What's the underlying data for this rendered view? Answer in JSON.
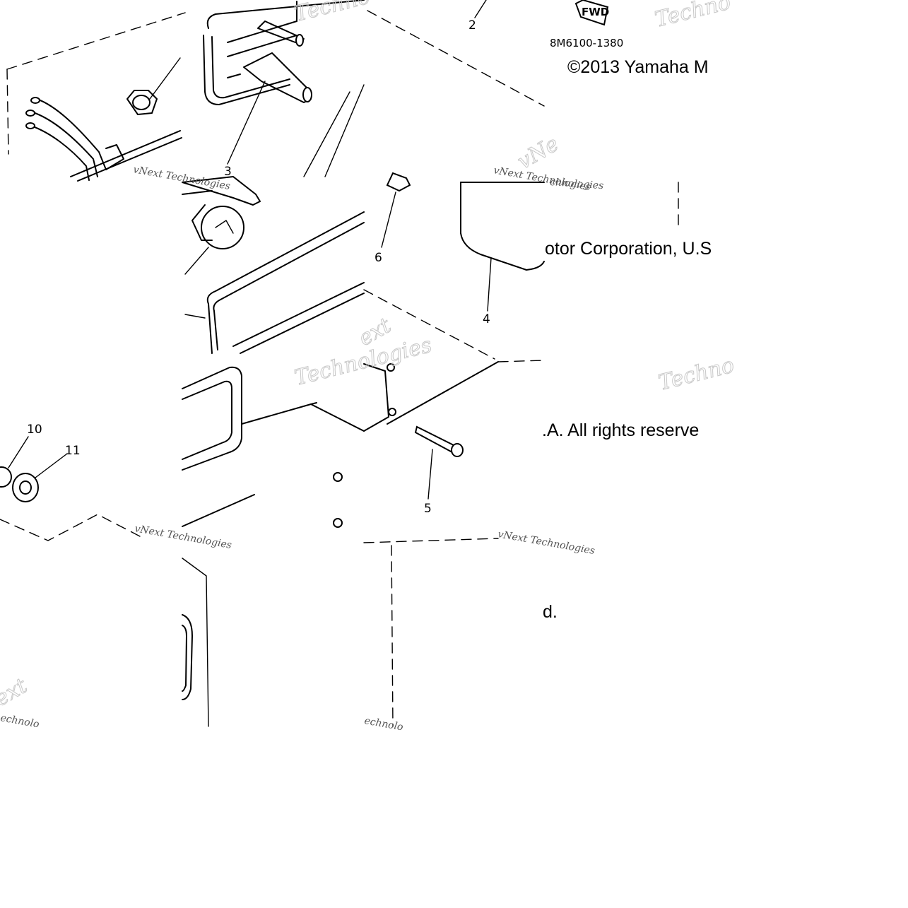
{
  "diagram": {
    "part_code": "8M6100-1380",
    "copyright_segments": [
      "©2013 Yamaha M",
      "otor Corporation, U.S",
      ".A. All rights reserve",
      "d."
    ],
    "fwd_marker": "FWD",
    "callouts": [
      "2",
      "3",
      "6",
      "4",
      "10",
      "11",
      "5"
    ],
    "watermarks": {
      "large": "Technologies",
      "partial_large": "Technc",
      "partial_large_2": "Techno",
      "small_brand": "vNext Technologies",
      "small_fragments": [
        "vNe",
        "ext",
        "echnolo",
        "ext",
        "echnolo",
        "chnologies"
      ]
    }
  }
}
